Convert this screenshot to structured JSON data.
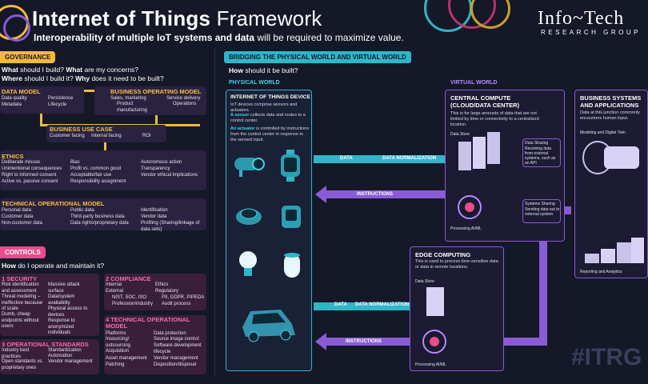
{
  "header": {
    "title_bold": "Internet of Things",
    "title_light": "Framework",
    "subtitle_bold": "Interoperability of multiple IoT systems and data",
    "subtitle_rest": " will be required to maximize value.",
    "logo_main": "Info~Tech",
    "logo_sub": "RESEARCH GROUP"
  },
  "governance": {
    "tab": "GOVERNANCE",
    "q1_a": "What",
    "q1_b": " should I build? ",
    "q1_c": "What",
    "q1_d": " are my concerns?",
    "q2_a": "Where",
    "q2_b": " should I build it? ",
    "q2_c": "Why",
    "q2_d": " does it need to be built?",
    "data_model": {
      "title": "DATA MODEL",
      "items": [
        "Data quality",
        "Persistence",
        "Metadata",
        "Lifecycle"
      ]
    },
    "business_operating_model": {
      "title": "BUSINESS OPERATING MODEL",
      "items": [
        "Sales, marketing",
        "Service delivery",
        "Product manufacturing",
        "Operations"
      ]
    },
    "business_use_case": {
      "title": "BUSINESS USE CASE",
      "items": [
        "Customer facing",
        "Internal facing",
        "ROI"
      ]
    },
    "ethics": {
      "title": "ETHICS",
      "items": [
        "Deliberate misuse",
        "Bias",
        "Autonomous action",
        "Unintentional consequences",
        "Profit vs. common good",
        "Transparency",
        "Right to informed consent",
        "Acceptable/fair use",
        "Vendor ethical implications",
        "Active vs. passive consent",
        "Responsibility assignment"
      ]
    },
    "technical_operational_model": {
      "title": "TECHNICAL OPERATIONAL MODEL",
      "items": [
        "Personal data",
        "Public data",
        "Identification",
        "Customer data",
        "Third-party business data",
        "Vendor data",
        "Non-customer data",
        "Data rights/proprietary data",
        "Profiling (Sharing/linkage of data sets)"
      ]
    }
  },
  "controls": {
    "tab": "CONTROLS",
    "q_a": "How",
    "q_b": " do I operate and maintain it?",
    "security": {
      "title": "1  SECURITY",
      "items": [
        "Risk identification and assessment",
        "Massive attack surface",
        "Threat modeling – ineffective because of scale",
        "Data/system availability",
        "Dumb, cheap endpoints without users",
        "Physical access to devices",
        "Response to anonymized individuals"
      ]
    },
    "compliance": {
      "title": "2  COMPLIANCE",
      "items": [
        "Internal",
        "Ethics",
        "External",
        "Regulatory",
        "NIST, SOC, ISO",
        "PII, GDPR, PIPEDA",
        "Profession/industry",
        "Audit process"
      ]
    },
    "operational_standards": {
      "title": "3  OPERATIONAL STANDARDS",
      "items": [
        "Industry best practices",
        "Standardization",
        "Automation",
        "Open standards vs. proprietary ones",
        "Vendor management"
      ]
    },
    "technical_operational_model": {
      "title": "4  TECHNICAL OPERATIONAL MODEL",
      "items": [
        "Platforms",
        "Data protection",
        "Insourcing/ outsourcing",
        "Source image control",
        "Acquisition",
        "Software development lifecycle",
        "Asset management",
        "Vendor management",
        "Patching",
        "Disposition/disposal"
      ]
    }
  },
  "bridging": {
    "tab": "BRIDGING THE PHYSICAL WORLD AND VIRTUAL WORLD",
    "q_a": "How",
    "q_b": " should it be built?",
    "physical_world": "PHYSICAL WORLD",
    "virtual_world": "VIRTUAL WORLD",
    "iot_device": {
      "title": "INTERNET OF THINGS DEVICE",
      "line1": "IoT devices comprise sensors and actuators.",
      "sensor_a": "A sensor",
      "sensor_b": " collects data and routes to a control center.",
      "actuator_a": "An actuator",
      "actuator_b": " is controlled by instructions from the control center in response to the sensed input."
    },
    "central_compute": {
      "title": "CENTRAL COMPUTE (CLOUD/DATA CENTER)",
      "text": "This is for large amounts of data that are not limited by time or connectivity to a centralized location.",
      "data_store": "Data Store",
      "data_sharing_title": "Data Sharing",
      "data_sharing_text": "Receiving data from external systems, such as an API",
      "systems_sharing_title": "Systems Sharing",
      "systems_sharing_text": "Sending data out to external system",
      "processing": "Processing AI/ML"
    },
    "edge_computing": {
      "title": "EDGE COMPUTING",
      "text": "This is used to process time-sensitive data or data in remote locations.",
      "data_store": "Data Store",
      "processing": "Processing AI/ML"
    },
    "business_systems": {
      "title": "BUSINESS SYSTEMS AND APPLICATIONS",
      "text": "Data at this junction commonly encounters human input.",
      "modeling": "Modeling and Digital Twin",
      "reporting": "Reporting and Analytics"
    },
    "arrows": {
      "data": "DATA",
      "data_normalization": "DATA NORMALIZATION",
      "instructions": "INSTRUCTIONS"
    },
    "watermark": "#ITRG"
  },
  "colors": {
    "background": "#141827",
    "cyan": "#2fb6c9",
    "purple": "#8a5bd6",
    "yellow": "#f2b93b",
    "pink": "#e84c8b"
  }
}
